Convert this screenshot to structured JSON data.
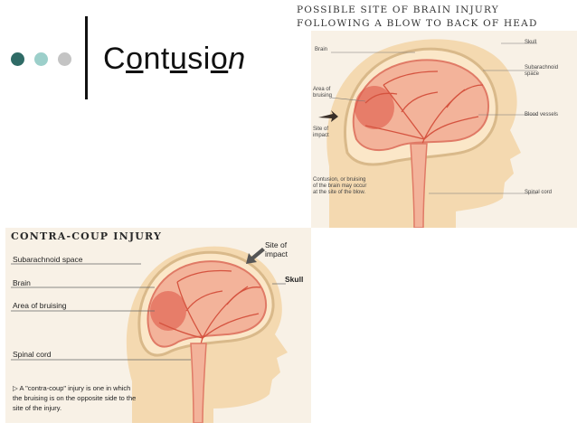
{
  "slide": {
    "title_parts": [
      {
        "text": "C",
        "underline": false,
        "italic": false
      },
      {
        "text": "o",
        "underline": true,
        "italic": false
      },
      {
        "text": "nt",
        "underline": false,
        "italic": false
      },
      {
        "text": "u",
        "underline": true,
        "italic": false
      },
      {
        "text": "si",
        "underline": false,
        "italic": false
      },
      {
        "text": "o",
        "underline": true,
        "italic": false
      },
      {
        "text": "n",
        "underline": false,
        "italic": true
      }
    ],
    "bullet_colors": [
      "#2f6b66",
      "#9ccfca",
      "#c4c4c4"
    ]
  },
  "figure_top": {
    "caption": "POSSIBLE SITE OF BRAIN INJURY FOLLOWING A BLOW TO BACK OF HEAD",
    "labels_left": {
      "brain": "Brain",
      "area_bruising": "Area of bruising",
      "site_impact": "Site of impact",
      "contusion": "Contusion, or bruising of the brain may occur at the site of the blow."
    },
    "labels_right": {
      "skull": "Skull",
      "subarachnoid": "Subarachnoid space",
      "blood_vessels": "Blood vessels",
      "spinal_cord": "Spinal cord"
    }
  },
  "figure_bottom": {
    "caption": "CONTRA-COUP INJURY",
    "site_of_impact": "Site of impact",
    "labels": {
      "subarachnoid": "Subarachnoid space",
      "brain": "Brain",
      "area_bruising": "Area of bruising",
      "spinal_cord": "Spinal cord",
      "skull": "Skull"
    },
    "note": "▷ A \"contra-coup\" injury is one in which the bruising is on the opposite side to the site of the injury."
  }
}
